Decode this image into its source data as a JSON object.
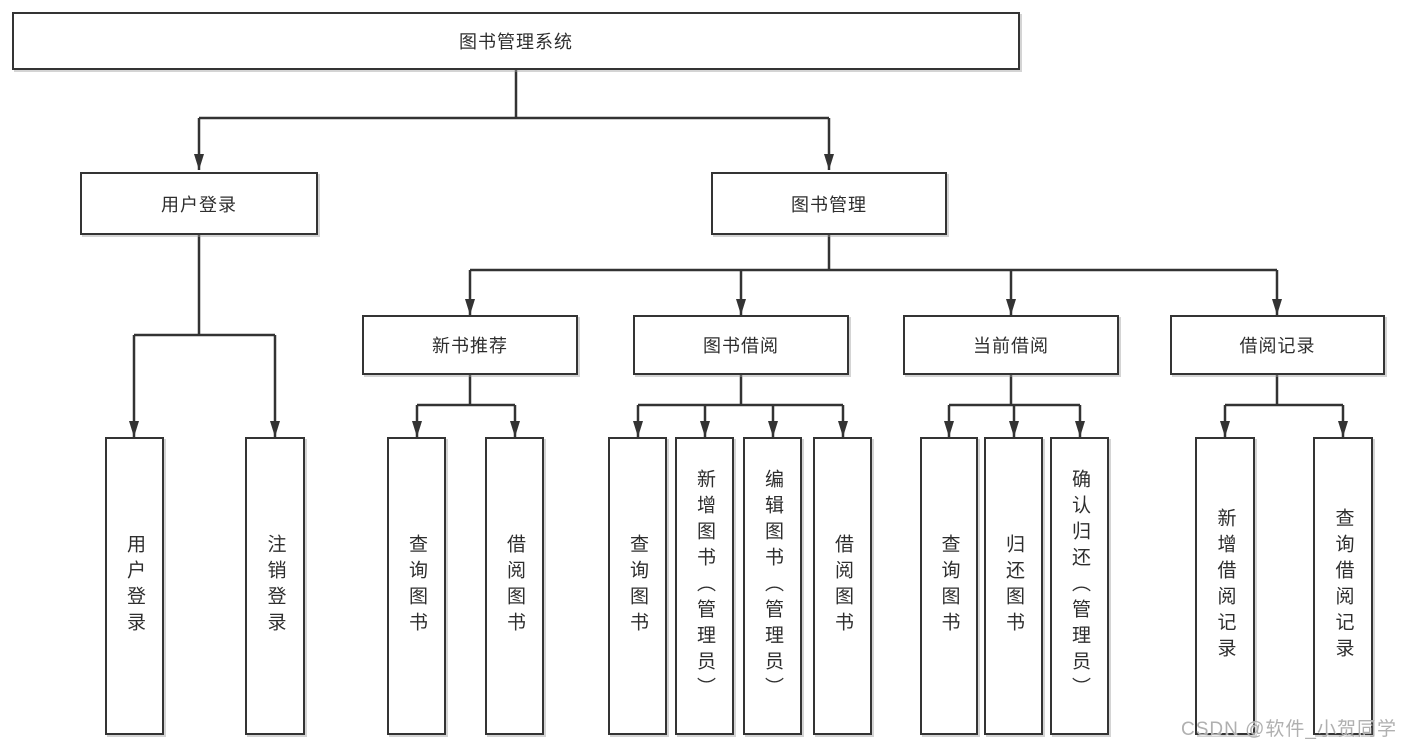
{
  "tree": {
    "root": {
      "label": "图书管理系统"
    },
    "branches": [
      {
        "label": "用户登录",
        "leaves": [
          "用户登录",
          "注销登录"
        ]
      },
      {
        "label": "图书管理",
        "groups": [
          {
            "label": "新书推荐",
            "leaves": [
              "查询图书",
              "借阅图书"
            ]
          },
          {
            "label": "图书借阅",
            "leaves": [
              "查询图书",
              "新增图书（管理员）",
              "编辑图书（管理员）",
              "借阅图书"
            ]
          },
          {
            "label": "当前借阅",
            "leaves": [
              "查询图书",
              "归还图书",
              "确认归还（管理员）"
            ]
          },
          {
            "label": "借阅记录",
            "leaves": [
              "新增借阅记录",
              "查询借阅记录"
            ]
          }
        ]
      }
    ]
  },
  "watermark": {
    "text": "CSDN @软件_小贺同学"
  },
  "colors": {
    "line": "#333333",
    "box_border": "#343434",
    "text": "#2e2e2e",
    "background": "#ffffff",
    "watermark": "#b0b0b0"
  }
}
